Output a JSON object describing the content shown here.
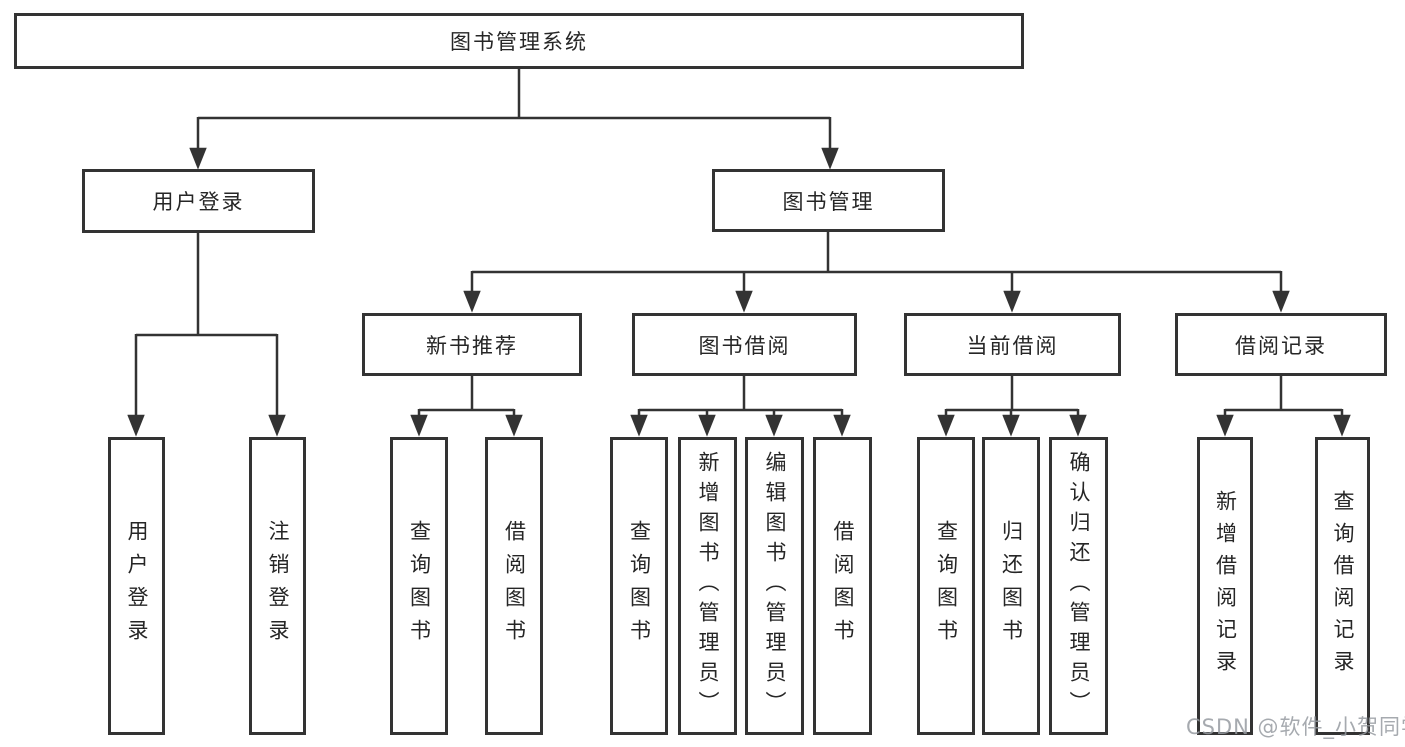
{
  "diagram": {
    "title": "图书管理系统",
    "nodes": {
      "system": "图书管理系统",
      "user_login": "用户登录",
      "book_management": "图书管理",
      "login_leaf": "用户登录",
      "logout_leaf": "注销登录",
      "new_book_recommend": "新书推荐",
      "book_borrowing": "图书借阅",
      "current_borrowing": "当前借阅",
      "borrowing_records": "借阅记录",
      "nbr_query_book": "查询图书",
      "nbr_borrow_book": "借阅图书",
      "bb_query_book": "查询图书",
      "bb_add_book": "新增图书（管理员）",
      "bb_edit_book": "编辑图书（管理员）",
      "bb_borrow_book": "借阅图书",
      "cb_query_book": "查询图书",
      "cb_return_book": "归还图书",
      "cb_confirm_return": "确认归还（管理员）",
      "br_add_record": "新增借阅记录",
      "br_query_record": "查询借阅记录"
    },
    "hierarchy": {
      "图书管理系统": {
        "用户登录": [
          "用户登录",
          "注销登录"
        ],
        "图书管理": {
          "新书推荐": [
            "查询图书",
            "借阅图书"
          ],
          "图书借阅": [
            "查询图书",
            "新增图书（管理员）",
            "编辑图书（管理员）",
            "借阅图书"
          ],
          "当前借阅": [
            "查询图书",
            "归还图书",
            "确认归还（管理员）"
          ],
          "借阅记录": [
            "新增借阅记录",
            "查询借阅记录"
          ]
        }
      }
    },
    "colors": {
      "line": "#333333",
      "box_border": "#333333",
      "text": "#262626",
      "background": "#ffffff"
    }
  },
  "watermark": {
    "text": "CSDN @软件_小贺同学",
    "color": "#969ba1"
  }
}
